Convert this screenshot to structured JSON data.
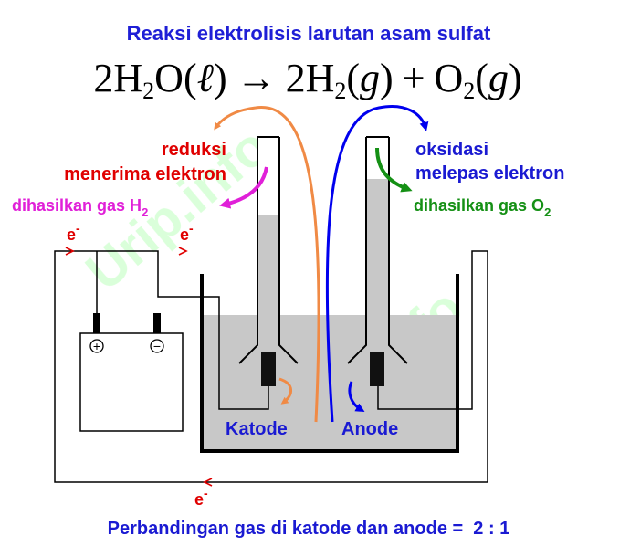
{
  "title": "Reaksi elektrolisis larutan asam sulfat",
  "equation": {
    "left_coef": "2",
    "left_mol": "H",
    "left_sub": "2",
    "left_tail": "O(",
    "left_state": "ℓ",
    "left_close": ")",
    "arrow": "→",
    "right1_coef": "2",
    "right1_mol": "H",
    "right1_sub": "2",
    "right1_open": "(",
    "right1_state": "g",
    "right1_close": ")",
    "plus": "+",
    "right2_mol": "O",
    "right2_sub": "2",
    "right2_open": "(",
    "right2_state": "g",
    "right2_close": ")"
  },
  "cathode_side": {
    "line1": "reduksi",
    "line2": "menerima elektron",
    "product_text": "dihasilkan gas H",
    "product_sub": "2",
    "electrode_label": "Katode"
  },
  "anode_side": {
    "line1": "oksidasi",
    "line2": "melepas elektron",
    "product_text": "dihasilkan gas O",
    "product_sub": "2",
    "electrode_label": "Anode"
  },
  "electron_labels": {
    "base": "e",
    "charge": "-"
  },
  "battery": {
    "positive": "+",
    "negative": "−"
  },
  "watermark": "Urip.info",
  "footer": "Perbandingan gas di katode dan anode =  2 : 1",
  "colors": {
    "title": "#1f1fd6",
    "reduction": "#e00000",
    "hydrogen": "#e020d8",
    "oxidation": "#1a1ad2",
    "oxygen": "#159015",
    "orange_arrow": "#f08a45",
    "blue_arrow": "#0000ee",
    "solution": "#c8c8c8",
    "electrode": "#111111",
    "watermark": "#cfffcf"
  }
}
